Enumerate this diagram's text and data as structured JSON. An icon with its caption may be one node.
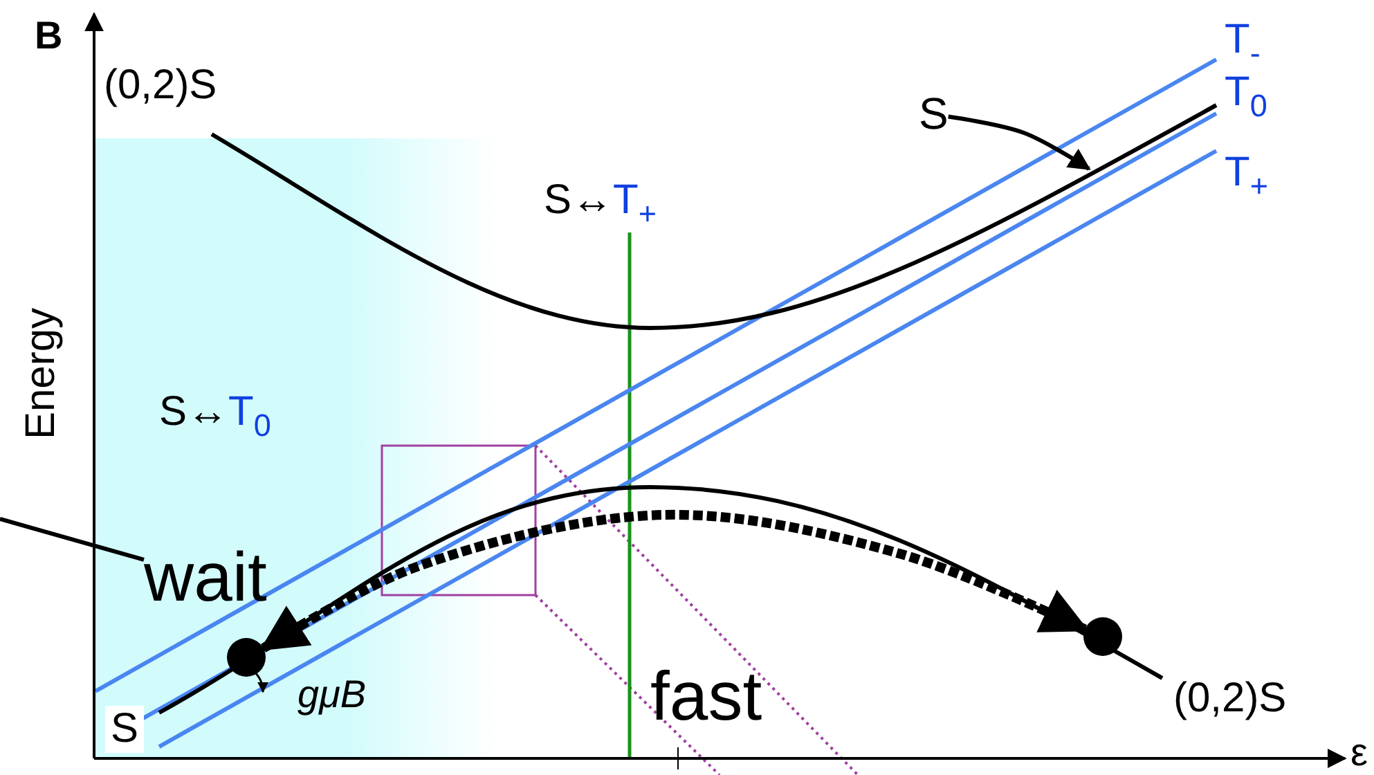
{
  "diagram": {
    "nodes": [
      {
        "text": [
          "S"
        ]
      },
      {
        "text": [
          "wait"
        ]
      },
      {
        "text": [],
        "shape": "circle"
      },
      {
        "text": [],
        "shape": "circle"
      }
    ],
    "edges": [
      {
        "from": 0,
        "to": null,
        "arrow": "to"
      },
      {
        "from": null,
        "to": 1,
        "arrow": "none"
      },
      {
        "from": 2,
        "to": 3,
        "arrow": "both",
        "style": "dashed"
      }
    ],
    "labels": [
      "B",
      "(0,2)S",
      "T$_{-}$",
      "T$_{0}$",
      "T$_{+}$",
      "S↔T$_{+}$",
      "Energy",
      "S↔T$_{0}$",
      "gμB",
      "fast",
      "S",
      "(0,2)S",
      "ε"
    ]
  }
}
